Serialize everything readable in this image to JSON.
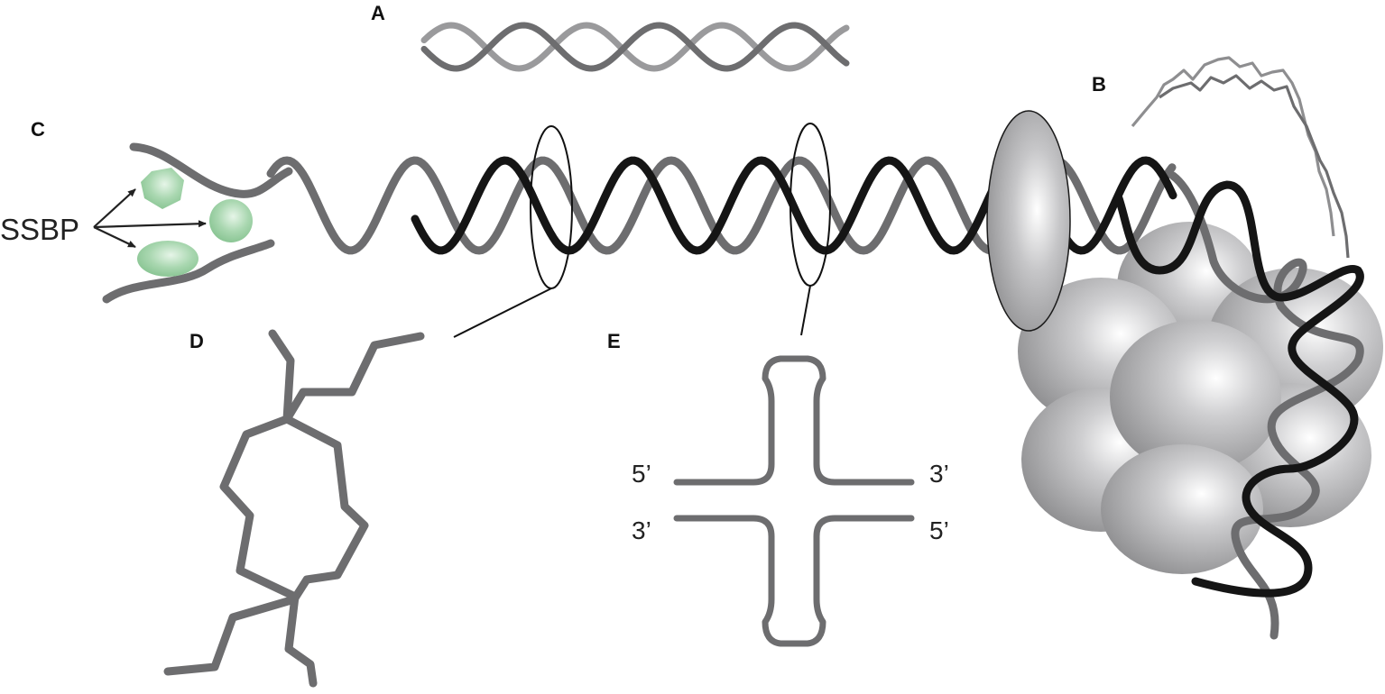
{
  "panels": {
    "a": "A",
    "b": "B",
    "c": "C",
    "d": "D",
    "e": "E"
  },
  "ssbp_label": "SSBP",
  "cruciform": {
    "top_left": "5’",
    "top_right": "3’",
    "bottom_left": "3’",
    "bottom_right": "5’"
  },
  "colors": {
    "strand_gray": "#6d6d6f",
    "strand_black": "#151515",
    "ssbp_green": "#8fc99a",
    "nucleosome_gray": "#a7a7a9",
    "background": "#ffffff"
  }
}
